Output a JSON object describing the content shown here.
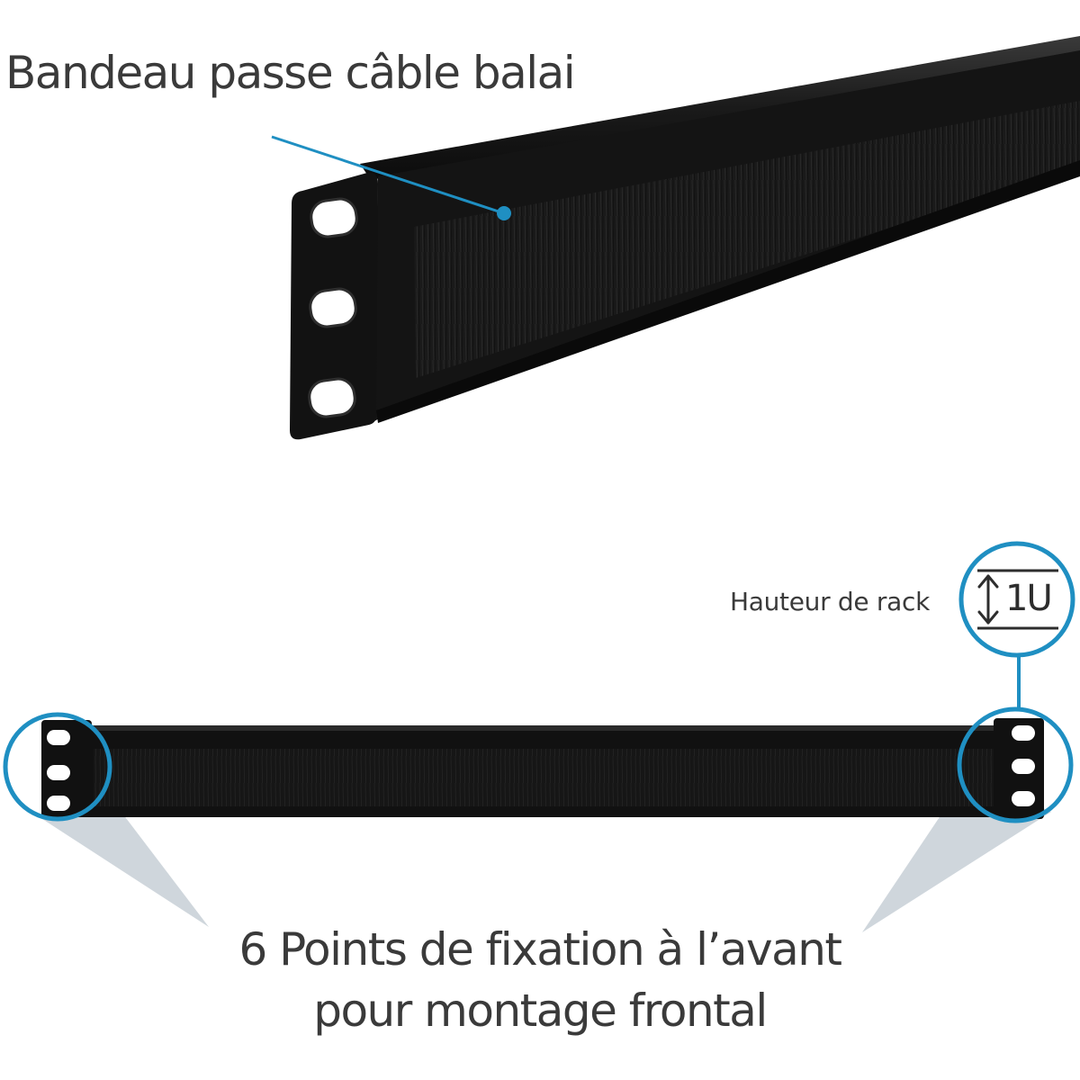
{
  "title": "Bandeau passe câble balai",
  "rack_height": {
    "label": "Hauteur de rack",
    "value": "1U"
  },
  "fixation": {
    "line1": "6 Points de fixation à l’avant",
    "line2": "pour montage frontal"
  },
  "colors": {
    "accent": "#1f8fc2",
    "panel": "#151515",
    "brush": "#1c1c1c",
    "text": "#3a3a3a",
    "shadow": "#cfd6dc"
  }
}
